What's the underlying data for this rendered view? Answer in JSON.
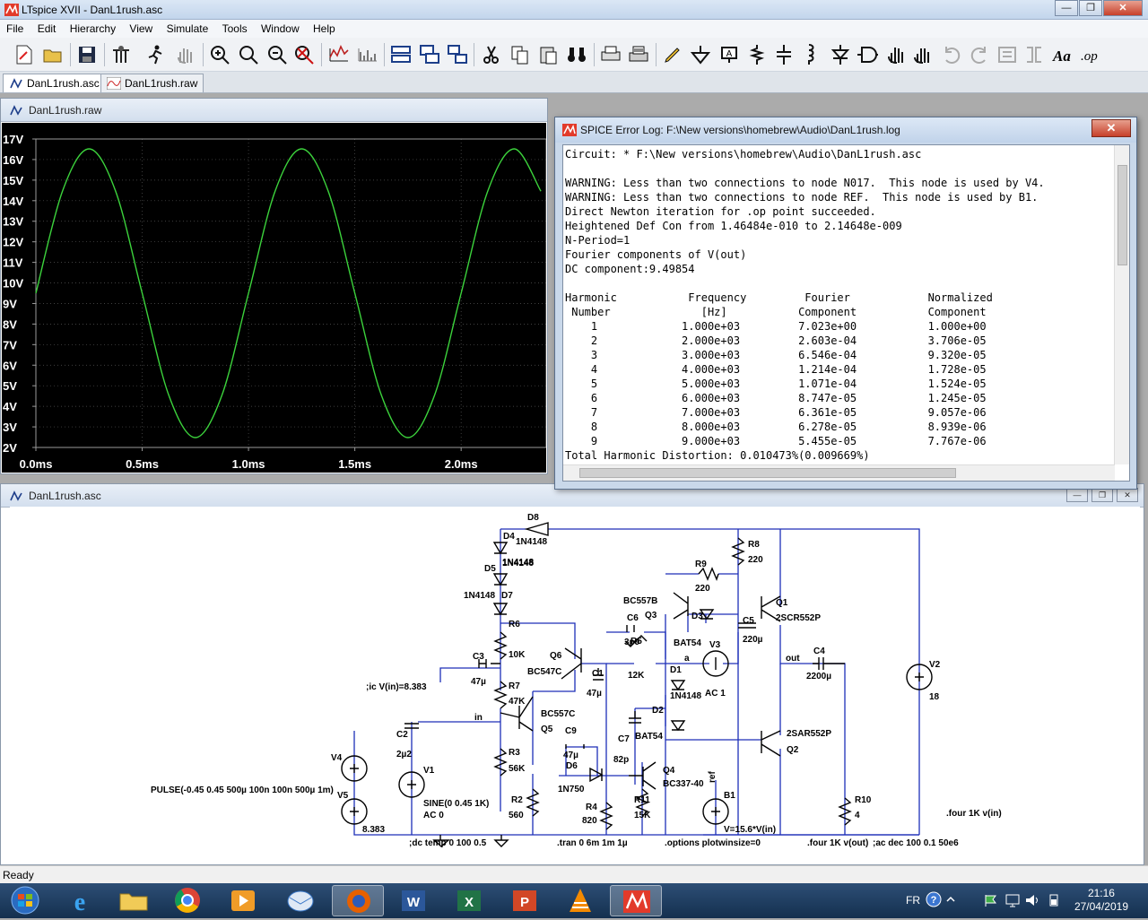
{
  "app": {
    "title": "LTspice XVII - DanL1rush.asc",
    "window_controls": {
      "minimize": "—",
      "restore": "❐",
      "close": "✕"
    }
  },
  "menu": [
    "File",
    "Edit",
    "Hierarchy",
    "View",
    "Simulate",
    "Tools",
    "Window",
    "Help"
  ],
  "tabs": [
    {
      "label": "DanL1rush.asc",
      "icon": "schematic-icon"
    },
    {
      "label": "DanL1rush.raw",
      "icon": "waveform-icon"
    }
  ],
  "waveform_window": {
    "title": "DanL1rush.raw"
  },
  "schematic_window": {
    "title": "DanL1rush.asc"
  },
  "chart_data": {
    "type": "line",
    "title": "",
    "xlabel": "",
    "ylabel": "",
    "x_ticks": [
      "0.0ms",
      "0.5ms",
      "1.0ms",
      "1.5ms",
      "2.0ms"
    ],
    "y_ticks": [
      "17V",
      "16V",
      "15V",
      "14V",
      "13V",
      "12V",
      "11V",
      "10V",
      "9V",
      "8V",
      "7V",
      "6V",
      "5V",
      "4V",
      "3V",
      "2V"
    ],
    "xlim": [
      0,
      2.4
    ],
    "ylim": [
      2,
      17
    ],
    "grid": true,
    "series": [
      {
        "name": "",
        "color": "#3cd33c",
        "x": [
          0.0,
          0.125,
          0.25,
          0.375,
          0.5,
          0.625,
          0.75,
          0.875,
          1.0,
          1.125,
          1.25,
          1.375,
          1.5,
          1.625,
          1.75,
          1.875,
          2.0,
          2.125,
          2.25,
          2.375
        ],
        "y": [
          9.5,
          14.46,
          16.52,
          14.46,
          9.5,
          4.54,
          2.48,
          4.54,
          9.5,
          14.46,
          16.52,
          14.46,
          9.5,
          4.54,
          2.48,
          4.54,
          9.5,
          14.46,
          16.52,
          14.46
        ]
      }
    ]
  },
  "error_log": {
    "title": "SPICE Error Log: F:\\New versions\\homebrew\\Audio\\DanL1rush.log",
    "lines": [
      "Circuit: * F:\\New versions\\homebrew\\Audio\\DanL1rush.asc",
      "",
      "WARNING: Less than two connections to node N017.  This node is used by V4.",
      "WARNING: Less than two connections to node REF.  This node is used by B1.",
      "Direct Newton iteration for .op point succeeded.",
      "Heightened Def Con from 1.46484e-010 to 2.14648e-009",
      "N-Period=1",
      "Fourier components of V(out)",
      "DC component:9.49854",
      "",
      "Harmonic           Frequency         Fourier            Normalized",
      " Number              [Hz]           Component           Component",
      "    1             1.000e+03         7.023e+00           1.000e+00",
      "    2             2.000e+03         2.603e-04           3.706e-05",
      "    3             3.000e+03         6.546e-04           9.320e-05",
      "    4             4.000e+03         1.214e-04           1.728e-05",
      "    5             5.000e+03         1.071e-04           1.524e-05",
      "    6             6.000e+03         8.747e-05           1.245e-05",
      "    7             7.000e+03         6.361e-05           9.057e-06",
      "    8             8.000e+03         6.278e-05           8.939e-06",
      "    9             9.000e+03         5.455e-05           7.767e-06",
      "Total Harmonic Distortion: 0.010473%(0.009669%)"
    ]
  },
  "schematic": {
    "labels": [
      {
        "text": "D8"
      },
      {
        "text": "1N4148"
      },
      {
        "text": "D4"
      },
      {
        "text": "1N4148"
      },
      {
        "text": "D5"
      },
      {
        "text": "1N4148"
      },
      {
        "text": "D7"
      },
      {
        "text": "1N4148"
      },
      {
        "text": "R6"
      },
      {
        "text": "10K"
      },
      {
        "text": "C3"
      },
      {
        "text": "47µ"
      },
      {
        "text": ";ic V(in)=8.383"
      },
      {
        "text": "R7"
      },
      {
        "text": "47K"
      },
      {
        "text": "in"
      },
      {
        "text": "C2"
      },
      {
        "text": "2µ2"
      },
      {
        "text": "R3"
      },
      {
        "text": "56K"
      },
      {
        "text": "V4"
      },
      {
        "text": "V5"
      },
      {
        "text": "V1"
      },
      {
        "text": "PULSE(-0.45 0.45 500µ 100n 100n 500µ 1m)"
      },
      {
        "text": "8.383"
      },
      {
        "text": "SINE(0 0.45 1K)"
      },
      {
        "text": "AC 0"
      },
      {
        "text": "R2"
      },
      {
        "text": "560"
      },
      {
        "text": ";dc temp 0 100 0.5"
      },
      {
        "text": "Q6"
      },
      {
        "text": "BC547C"
      },
      {
        "text": "BC557C"
      },
      {
        "text": "Q5"
      },
      {
        "text": "C9"
      },
      {
        "text": "47µ"
      },
      {
        "text": "D6"
      },
      {
        "text": "1N750"
      },
      {
        "text": "R4"
      },
      {
        "text": "820"
      },
      {
        "text": "C1"
      },
      {
        "text": "47µ"
      },
      {
        "text": "BC557B"
      },
      {
        "text": "C6"
      },
      {
        "text": "Q3"
      },
      {
        "text": "3p9"
      },
      {
        "text": "R5"
      },
      {
        "text": "12K"
      },
      {
        "text": "C7"
      },
      {
        "text": "82p"
      },
      {
        "text": "R11"
      },
      {
        "text": "15K"
      },
      {
        "text": "Q4"
      },
      {
        "text": "BC337-40"
      },
      {
        "text": ".tran 0 6m 1m 1µ"
      },
      {
        "text": "R9"
      },
      {
        "text": "220"
      },
      {
        "text": "D3"
      },
      {
        "text": "BAT54"
      },
      {
        "text": "V3"
      },
      {
        "text": "a"
      },
      {
        "text": "D1"
      },
      {
        "text": "1N4148"
      },
      {
        "text": "AC 1"
      },
      {
        "text": "D2"
      },
      {
        "text": "BAT54"
      },
      {
        "text": "ref"
      },
      {
        "text": "B1"
      },
      {
        "text": "V=15.6*V(in)"
      },
      {
        "text": ".options plotwinsize=0"
      },
      {
        "text": "R8"
      },
      {
        "text": "220"
      },
      {
        "text": "C5"
      },
      {
        "text": "220µ"
      },
      {
        "text": "Q1"
      },
      {
        "text": "2SCR552P"
      },
      {
        "text": "out"
      },
      {
        "text": "C4"
      },
      {
        "text": "2200µ"
      },
      {
        "text": "2SAR552P"
      },
      {
        "text": "Q2"
      },
      {
        "text": "R10"
      },
      {
        "text": "4"
      },
      {
        "text": ".four 1K v(out)"
      },
      {
        "text": ";ac dec 100 0.1 50e6"
      },
      {
        "text": "V2"
      },
      {
        "text": "18"
      },
      {
        "text": ".four 1K v(in)"
      }
    ]
  },
  "status": {
    "text": "Ready"
  },
  "taskbar": {
    "apps": [
      "start",
      "internet-explorer",
      "file-explorer",
      "chrome",
      "media-player",
      "outlook",
      "firefox",
      "word",
      "excel",
      "powerpoint",
      "vlc",
      "ltspice"
    ],
    "language": "FR",
    "time": "21:16",
    "date": "27/04/2019"
  }
}
